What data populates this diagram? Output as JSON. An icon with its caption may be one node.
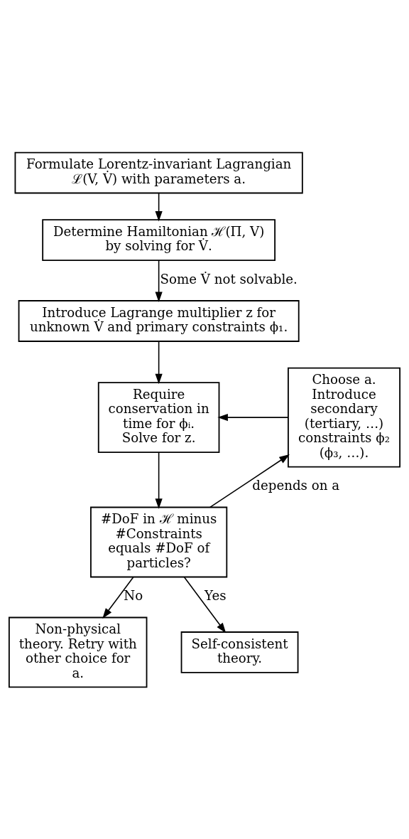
{
  "diagram": {
    "nodes": [
      {
        "text": [
          "Formulate Lorentz-invariant Lagrangian ℒ(V, V̇) with parameters a."
        ]
      },
      {
        "text": [
          "Determine Hamiltonian ℋ(Π, V) by solving for V̇."
        ]
      },
      {
        "text": [
          "Introduce Lagrange multiplier z for unknown V̇ and primary constraints ϕ₁."
        ]
      },
      {
        "text": [
          "Require conservation in time for ϕᵢ. Solve for z."
        ]
      },
      {
        "text": [
          "Choose a. Introduce secondary (tertiary, …) constraints ϕ₂ (ϕ₃, …)."
        ]
      },
      {
        "text": [
          "#DoF in ℋ minus #Constraints equals #DoF of particles?"
        ]
      },
      {
        "text": [
          "Non-physical theory. Retry with other choice for a."
        ]
      },
      {
        "text": [
          "Self-consistent theory."
        ]
      }
    ],
    "edges": [
      {
        "from": 0,
        "to": 1,
        "arrow": "to"
      },
      {
        "from": 1,
        "to": 2,
        "arrow": "to",
        "label": "Some V̇ not solvable."
      },
      {
        "from": 2,
        "to": 3,
        "arrow": "to"
      },
      {
        "from": 4,
        "to": 3,
        "arrow": "to"
      },
      {
        "from": 3,
        "to": 5,
        "arrow": "to"
      },
      {
        "from": 5,
        "to": 4,
        "arrow": "to",
        "label": "depends on a"
      },
      {
        "from": 5,
        "to": 6,
        "arrow": "to",
        "label": "No"
      },
      {
        "from": 5,
        "to": 7,
        "arrow": "to",
        "label": "Yes"
      }
    ]
  }
}
